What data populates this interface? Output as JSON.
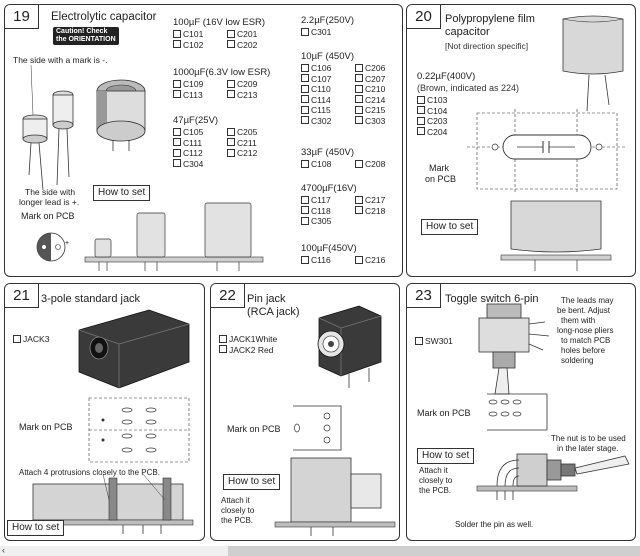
{
  "p19": {
    "num": "19",
    "title": "Electrolytic capacitor",
    "caution_line1": "Caution! Check",
    "caution_line2": "the ORIENTATION",
    "mark_minus": "The side with a mark is -.",
    "longer_lead_1": "The side with",
    "longer_lead_2": "longer lead is +.",
    "mark_on_pcb": "Mark on PCB",
    "how_to_set": "How to set",
    "groups": [
      {
        "value": "100µF (16V low ESR)",
        "parts": [
          "C101",
          "C201",
          "C102",
          "C202"
        ]
      },
      {
        "value": "1000µF(6.3V low ESR)",
        "parts": [
          "C109",
          "C209",
          "C113",
          "C213"
        ]
      },
      {
        "value": "47µF(25V)",
        "parts": [
          "C105",
          "C205",
          "C111",
          "C211",
          "C112",
          "C212",
          "C304"
        ]
      },
      {
        "value": "2.2µF(250V)",
        "parts": [
          "C301"
        ]
      },
      {
        "value": "10µF (450V)",
        "parts": [
          "C106",
          "C206",
          "C107",
          "C207",
          "C110",
          "C210",
          "C114",
          "C214",
          "C115",
          "C215",
          "C302",
          "C303"
        ]
      },
      {
        "value": "33µF (450V)",
        "parts": [
          "C108",
          "C208"
        ]
      },
      {
        "value": "4700µF(16V)",
        "parts": [
          "C117",
          "C217",
          "C118",
          "C218",
          "C305"
        ]
      },
      {
        "value": "100µF(450V)",
        "parts": [
          "C116",
          "C216"
        ]
      }
    ]
  },
  "p20": {
    "num": "20",
    "title_1": "Polypropylene film",
    "title_2": "capacitor",
    "subtitle": "[Not direction specific]",
    "value": "0.22µF(400V)",
    "value_note": "(Brown, indicated as 224)",
    "parts": [
      "C103",
      "C104",
      "C203",
      "C204"
    ],
    "mark_1": "Mark",
    "mark_2": "on PCB",
    "how_to_set": "How to set"
  },
  "p21": {
    "num": "21",
    "title": "3-pole standard jack",
    "parts": [
      "JACK3"
    ],
    "mark_on_pcb": "Mark on PCB",
    "attach_note": "Attach 4 protrusions closely to the PCB.",
    "how_to_set": "How to set"
  },
  "p22": {
    "num": "22",
    "title_1": "Pin jack",
    "title_2": "(RCA jack)",
    "parts": [
      "JACK1White",
      "JACK2   Red"
    ],
    "mark_on_pcb": "Mark on PCB",
    "how_to_set": "How to set",
    "attach_1": "Attach it",
    "attach_2": "closely to",
    "attach_3": "the PCB."
  },
  "p23": {
    "num": "23",
    "title": "Toggle switch 6-pin",
    "parts": [
      "SW301"
    ],
    "leads_note": [
      "The leads may",
      "be bent. Adjust",
      "them with",
      "long-nose pliers",
      "to match PCB",
      "holes before",
      "soldering"
    ],
    "mark_on_pcb": "Mark on PCB",
    "nut_note_1": "The nut is to be used",
    "nut_note_2": "in the later stage.",
    "how_to_set": "How to set",
    "attach_1": "Attach it",
    "attach_2": "closely to",
    "attach_3": "the PCB.",
    "solder_note": "Solder the pin as well."
  },
  "footer": {
    "mark": "‹"
  }
}
